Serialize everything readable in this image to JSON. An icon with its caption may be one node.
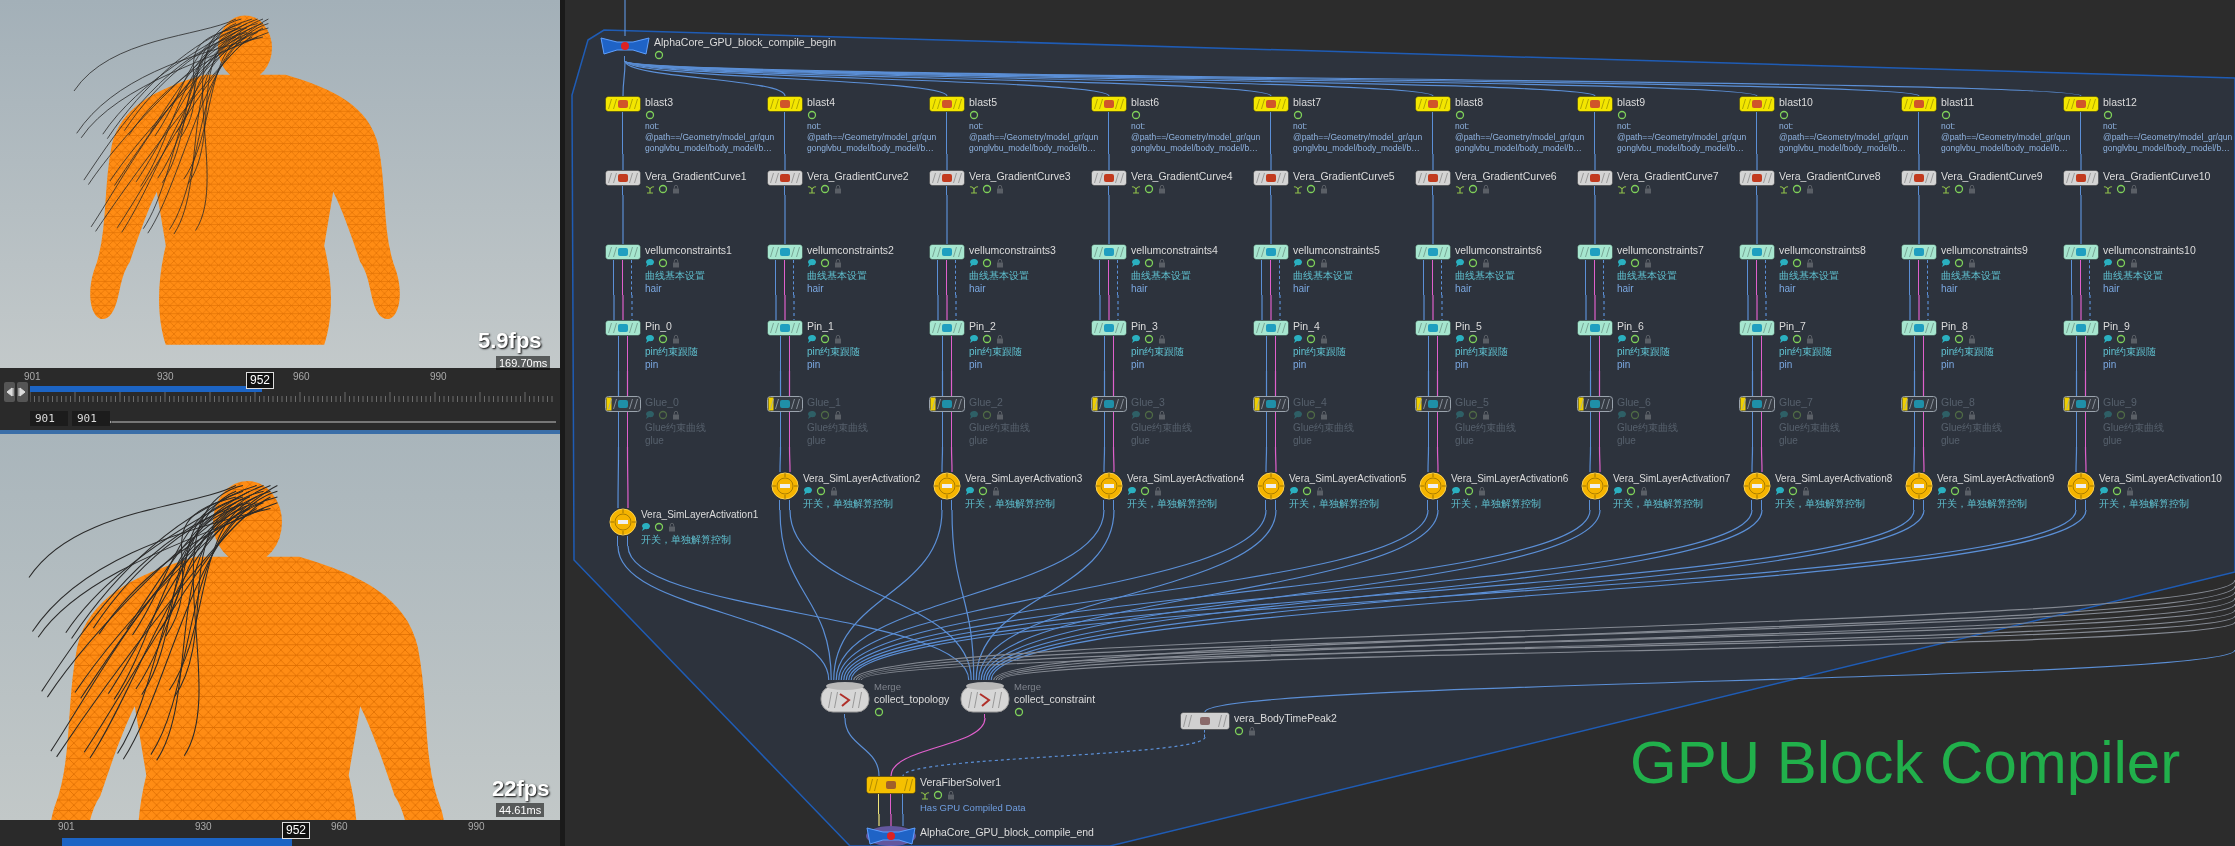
{
  "diagram": {
    "title": "GPU Block Compiler",
    "nodes": [
      {
        "text": [
          "AlphaCore_GPU_block_compile_begin"
        ]
      },
      {
        "text": [
          "blast3",
          "not: @path==/Geometry/model_gr/qun gonglvbu_model/body_model/b…"
        ]
      },
      {
        "text": [
          "blast4",
          "not: @path==/Geometry/model_gr/qun gonglvbu_model/body_model/b…"
        ]
      },
      {
        "text": [
          "blast5",
          "not: @path==/Geometry/model_gr/qun gonglvbu_model/body_model/b…"
        ]
      },
      {
        "text": [
          "blast6",
          "not: @path==/Geometry/model_gr/qun gonglvbu_model/body_model/b…"
        ]
      },
      {
        "text": [
          "blast7",
          "not: @path==/Geometry/model_gr/qun gonglvbu_model/body_model/b…"
        ]
      },
      {
        "text": [
          "blast8",
          "not: @path==/Geometry/model_gr/qun gonglvbu_model/body_model/b…"
        ]
      },
      {
        "text": [
          "blast9",
          "not: @path==/Geometry/model_gr/qun gonglvbu_model/body_model/b…"
        ]
      },
      {
        "text": [
          "blast10",
          "not: @path==/Geometry/model_gr/qun gonglvbu_model/body_model/b…"
        ]
      },
      {
        "text": [
          "blast11",
          "not: @path==/Geometry/model_gr/qun gonglvbu_model/body_model/b…"
        ]
      },
      {
        "text": [
          "blast12",
          "not: @path==/Geometry/model_gr/qun gonglvbu_model/body_model/b…"
        ]
      },
      {
        "text": [
          "Vera_GradientCurve1"
        ]
      },
      {
        "text": [
          "Vera_GradientCurve2"
        ]
      },
      {
        "text": [
          "Vera_GradientCurve3"
        ]
      },
      {
        "text": [
          "Vera_GradientCurve4"
        ]
      },
      {
        "text": [
          "Vera_GradientCurve5"
        ]
      },
      {
        "text": [
          "Vera_GradientCurve6"
        ]
      },
      {
        "text": [
          "Vera_GradientCurve7"
        ]
      },
      {
        "text": [
          "Vera_GradientCurve8"
        ]
      },
      {
        "text": [
          "Vera_GradientCurve9"
        ]
      },
      {
        "text": [
          "Vera_GradientCurve10"
        ]
      },
      {
        "text": [
          "vellumconstraints1",
          "曲线基本设置",
          "hair"
        ]
      },
      {
        "text": [
          "vellumconstraints2",
          "曲线基本设置",
          "hair"
        ]
      },
      {
        "text": [
          "vellumconstraints3",
          "曲线基本设置",
          "hair"
        ]
      },
      {
        "text": [
          "vellumconstraints4",
          "曲线基本设置",
          "hair"
        ]
      },
      {
        "text": [
          "vellumconstraints5",
          "曲线基本设置",
          "hair"
        ]
      },
      {
        "text": [
          "vellumconstraints6",
          "曲线基本设置",
          "hair"
        ]
      },
      {
        "text": [
          "vellumconstraints7",
          "曲线基本设置",
          "hair"
        ]
      },
      {
        "text": [
          "vellumconstraints8",
          "曲线基本设置",
          "hair"
        ]
      },
      {
        "text": [
          "vellumconstraints9",
          "曲线基本设置",
          "hair"
        ]
      },
      {
        "text": [
          "vellumconstraints10",
          "曲线基本设置",
          "hair"
        ]
      },
      {
        "text": [
          "Pin_0",
          "pin约束跟随",
          "pin"
        ]
      },
      {
        "text": [
          "Pin_1",
          "pin约束跟随",
          "pin"
        ]
      },
      {
        "text": [
          "Pin_2",
          "pin约束跟随",
          "pin"
        ]
      },
      {
        "text": [
          "Pin_3",
          "pin约束跟随",
          "pin"
        ]
      },
      {
        "text": [
          "Pin_4",
          "pin约束跟随",
          "pin"
        ]
      },
      {
        "text": [
          "Pin_5",
          "pin约束跟随",
          "pin"
        ]
      },
      {
        "text": [
          "Pin_6",
          "pin约束跟随",
          "pin"
        ]
      },
      {
        "text": [
          "Pin_7",
          "pin约束跟随",
          "pin"
        ]
      },
      {
        "text": [
          "Pin_8",
          "pin约束跟随",
          "pin"
        ]
      },
      {
        "text": [
          "Pin_9",
          "pin约束跟随",
          "pin"
        ]
      },
      {
        "text": [
          "Glue_0",
          "Glue约束曲线",
          "glue"
        ]
      },
      {
        "text": [
          "Glue_1",
          "Glue约束曲线",
          "glue"
        ]
      },
      {
        "text": [
          "Glue_2",
          "Glue约束曲线",
          "glue"
        ]
      },
      {
        "text": [
          "Glue_3",
          "Glue约束曲线",
          "glue"
        ]
      },
      {
        "text": [
          "Glue_4",
          "Glue约束曲线",
          "glue"
        ]
      },
      {
        "text": [
          "Glue_5",
          "Glue约束曲线",
          "glue"
        ]
      },
      {
        "text": [
          "Glue_6",
          "Glue约束曲线",
          "glue"
        ]
      },
      {
        "text": [
          "Glue_7",
          "Glue约束曲线",
          "glue"
        ]
      },
      {
        "text": [
          "Glue_8",
          "Glue约束曲线",
          "glue"
        ]
      },
      {
        "text": [
          "Glue_9",
          "Glue约束曲线",
          "glue"
        ]
      },
      {
        "text": [
          "Vera_SimLayerActivation1",
          "开关，单独解算控制"
        ]
      },
      {
        "text": [
          "Vera_SimLayerActivation2",
          "开关，单独解算控制"
        ]
      },
      {
        "text": [
          "Vera_SimLayerActivation3",
          "开关，单独解算控制"
        ]
      },
      {
        "text": [
          "Vera_SimLayerActivation4",
          "开关，单独解算控制"
        ]
      },
      {
        "text": [
          "Vera_SimLayerActivation5",
          "开关，单独解算控制"
        ]
      },
      {
        "text": [
          "Vera_SimLayerActivation6",
          "开关，单独解算控制"
        ]
      },
      {
        "text": [
          "Vera_SimLayerActivation7",
          "开关，单独解算控制"
        ]
      },
      {
        "text": [
          "Vera_SimLayerActivation8",
          "开关，单独解算控制"
        ]
      },
      {
        "text": [
          "Vera_SimLayerActivation9",
          "开关，单独解算控制"
        ]
      },
      {
        "text": [
          "Vera_SimLayerActivation10",
          "开关，单独解算控制"
        ]
      },
      {
        "text": [
          "Merge",
          "collect_topology"
        ]
      },
      {
        "text": [
          "Merge",
          "collect_constraint"
        ]
      },
      {
        "text": [
          "vera_BodyTimePeak2"
        ]
      },
      {
        "text": [
          "VeraFiberSolver1",
          "Has GPU Compiled Data"
        ]
      },
      {
        "text": [
          "AlphaCore_GPU_block_compile_end"
        ]
      }
    ],
    "edges": [
      {
        "from": null,
        "to": 0,
        "arrow": "none"
      },
      {
        "from": 0,
        "to": 1,
        "arrow": "none"
      },
      {
        "from": 0,
        "to": 2,
        "arrow": "none"
      },
      {
        "from": 0,
        "to": 3,
        "arrow": "none"
      },
      {
        "from": 0,
        "to": 4,
        "arrow": "none"
      },
      {
        "from": 0,
        "to": 5,
        "arrow": "none"
      },
      {
        "from": 0,
        "to": 6,
        "arrow": "none"
      },
      {
        "from": 0,
        "to": 7,
        "arrow": "none"
      },
      {
        "from": 0,
        "to": 8,
        "arrow": "none"
      },
      {
        "from": 0,
        "to": 9,
        "arrow": "none"
      },
      {
        "from": 0,
        "to": 10,
        "arrow": "none"
      },
      {
        "from": 1,
        "to": 11,
        "arrow": "none"
      },
      {
        "from": 2,
        "to": 12,
        "arrow": "none"
      },
      {
        "from": 3,
        "to": 13,
        "arrow": "none"
      },
      {
        "from": 4,
        "to": 14,
        "arrow": "none"
      },
      {
        "from": 5,
        "to": 15,
        "arrow": "none"
      },
      {
        "from": 6,
        "to": 16,
        "arrow": "none"
      },
      {
        "from": 7,
        "to": 17,
        "arrow": "none"
      },
      {
        "from": 8,
        "to": 18,
        "arrow": "none"
      },
      {
        "from": 9,
        "to": 19,
        "arrow": "none"
      },
      {
        "from": 10,
        "to": 20,
        "arrow": "none"
      },
      {
        "from": 11,
        "to": 21,
        "arrow": "none"
      },
      {
        "from": 12,
        "to": 22,
        "arrow": "none"
      },
      {
        "from": 13,
        "to": 23,
        "arrow": "none"
      },
      {
        "from": 14,
        "to": 24,
        "arrow": "none"
      },
      {
        "from": 15,
        "to": 25,
        "arrow": "none"
      },
      {
        "from": 16,
        "to": 26,
        "arrow": "none"
      },
      {
        "from": 17,
        "to": 27,
        "arrow": "none"
      },
      {
        "from": 18,
        "to": 28,
        "arrow": "none"
      },
      {
        "from": 19,
        "to": 29,
        "arrow": "none"
      },
      {
        "from": 20,
        "to": 30,
        "arrow": "none"
      },
      {
        "from": 21,
        "to": 31,
        "arrow": "none"
      },
      {
        "from": 21,
        "to": 31,
        "arrow": "none",
        "color": "#e060cc"
      },
      {
        "from": 21,
        "to": 31,
        "arrow": "none",
        "style": "dashed"
      },
      {
        "from": 22,
        "to": 32,
        "arrow": "none"
      },
      {
        "from": 22,
        "to": 32,
        "arrow": "none",
        "color": "#e060cc"
      },
      {
        "from": 22,
        "to": 32,
        "arrow": "none",
        "style": "dashed"
      },
      {
        "from": 23,
        "to": 33,
        "arrow": "none"
      },
      {
        "from": 23,
        "to": 33,
        "arrow": "none",
        "color": "#e060cc"
      },
      {
        "from": 23,
        "to": 33,
        "arrow": "none",
        "style": "dashed"
      },
      {
        "from": 24,
        "to": 34,
        "arrow": "none"
      },
      {
        "from": 24,
        "to": 34,
        "arrow": "none",
        "color": "#e060cc"
      },
      {
        "from": 24,
        "to": 34,
        "arrow": "none",
        "style": "dashed"
      },
      {
        "from": 25,
        "to": 35,
        "arrow": "none"
      },
      {
        "from": 25,
        "to": 35,
        "arrow": "none",
        "color": "#e060cc"
      },
      {
        "from": 25,
        "to": 35,
        "arrow": "none",
        "style": "dashed"
      },
      {
        "from": 26,
        "to": 36,
        "arrow": "none"
      },
      {
        "from": 26,
        "to": 36,
        "arrow": "none",
        "color": "#e060cc"
      },
      {
        "from": 26,
        "to": 36,
        "arrow": "none",
        "style": "dashed"
      },
      {
        "from": 27,
        "to": 37,
        "arrow": "none"
      },
      {
        "from": 27,
        "to": 37,
        "arrow": "none",
        "color": "#e060cc"
      },
      {
        "from": 27,
        "to": 37,
        "arrow": "none",
        "style": "dashed"
      },
      {
        "from": 28,
        "to": 38,
        "arrow": "none"
      },
      {
        "from": 28,
        "to": 38,
        "arrow": "none",
        "color": "#e060cc"
      },
      {
        "from": 28,
        "to": 38,
        "arrow": "none",
        "style": "dashed"
      },
      {
        "from": 29,
        "to": 39,
        "arrow": "none"
      },
      {
        "from": 29,
        "to": 39,
        "arrow": "none",
        "color": "#e060cc"
      },
      {
        "from": 29,
        "to": 39,
        "arrow": "none",
        "style": "dashed"
      },
      {
        "from": 30,
        "to": 40,
        "arrow": "none"
      },
      {
        "from": 30,
        "to": 40,
        "arrow": "none",
        "color": "#e060cc"
      },
      {
        "from": 30,
        "to": 40,
        "arrow": "none",
        "style": "dashed"
      },
      {
        "from": 31,
        "to": 41,
        "arrow": "none"
      },
      {
        "from": 31,
        "to": 41,
        "arrow": "none",
        "color": "#e060cc"
      },
      {
        "from": 32,
        "to": 42,
        "arrow": "none"
      },
      {
        "from": 32,
        "to": 42,
        "arrow": "none",
        "color": "#e060cc"
      },
      {
        "from": 33,
        "to": 43,
        "arrow": "none"
      },
      {
        "from": 33,
        "to": 43,
        "arrow": "none",
        "color": "#e060cc"
      },
      {
        "from": 34,
        "to": 44,
        "arrow": "none"
      },
      {
        "from": 34,
        "to": 44,
        "arrow": "none",
        "color": "#e060cc"
      },
      {
        "from": 35,
        "to": 45,
        "arrow": "none"
      },
      {
        "from": 35,
        "to": 45,
        "arrow": "none",
        "color": "#e060cc"
      },
      {
        "from": 36,
        "to": 46,
        "arrow": "none"
      },
      {
        "from": 36,
        "to": 46,
        "arrow": "none",
        "color": "#e060cc"
      },
      {
        "from": 37,
        "to": 47,
        "arrow": "none"
      },
      {
        "from": 37,
        "to": 47,
        "arrow": "none",
        "color": "#e060cc"
      },
      {
        "from": 38,
        "to": 48,
        "arrow": "none"
      },
      {
        "from": 38,
        "to": 48,
        "arrow": "none",
        "color": "#e060cc"
      },
      {
        "from": 39,
        "to": 49,
        "arrow": "none"
      },
      {
        "from": 39,
        "to": 49,
        "arrow": "none",
        "color": "#e060cc"
      },
      {
        "from": 40,
        "to": 50,
        "arrow": "none"
      },
      {
        "from": 40,
        "to": 50,
        "arrow": "none",
        "color": "#e060cc"
      },
      {
        "from": 41,
        "to": 51,
        "arrow": "none"
      },
      {
        "from": 41,
        "to": 51,
        "arrow": "none",
        "color": "#e060cc"
      },
      {
        "from": 42,
        "to": 52,
        "arrow": "none"
      },
      {
        "from": 42,
        "to": 52,
        "arrow": "none",
        "color": "#e060cc"
      },
      {
        "from": 43,
        "to": 53,
        "arrow": "none"
      },
      {
        "from": 43,
        "to": 53,
        "arrow": "none",
        "color": "#e060cc"
      },
      {
        "from": 44,
        "to": 54,
        "arrow": "none"
      },
      {
        "from": 44,
        "to": 54,
        "arrow": "none",
        "color": "#e060cc"
      },
      {
        "from": 45,
        "to": 55,
        "arrow": "none"
      },
      {
        "from": 45,
        "to": 55,
        "arrow": "none",
        "color": "#e060cc"
      },
      {
        "from": 46,
        "to": 56,
        "arrow": "none"
      },
      {
        "from": 46,
        "to": 56,
        "arrow": "none",
        "color": "#e060cc"
      },
      {
        "from": 47,
        "to": 57,
        "arrow": "none"
      },
      {
        "from": 47,
        "to": 57,
        "arrow": "none",
        "color": "#e060cc"
      },
      {
        "from": 48,
        "to": 58,
        "arrow": "none"
      },
      {
        "from": 48,
        "to": 58,
        "arrow": "none",
        "color": "#e060cc"
      },
      {
        "from": 49,
        "to": 59,
        "arrow": "none"
      },
      {
        "from": 49,
        "to": 59,
        "arrow": "none",
        "color": "#e060cc"
      },
      {
        "from": 50,
        "to": 60,
        "arrow": "none"
      },
      {
        "from": 50,
        "to": 60,
        "arrow": "none",
        "color": "#e060cc"
      },
      {
        "from": 51,
        "to": 61,
        "arrow": "none"
      },
      {
        "from": 51,
        "to": 62,
        "arrow": "none"
      },
      {
        "from": 52,
        "to": 61,
        "arrow": "none"
      },
      {
        "from": 52,
        "to": 62,
        "arrow": "none"
      },
      {
        "from": 53,
        "to": 61,
        "arrow": "none"
      },
      {
        "from": 53,
        "to": 62,
        "arrow": "none"
      },
      {
        "from": 54,
        "to": 61,
        "arrow": "none"
      },
      {
        "from": 54,
        "to": 62,
        "arrow": "none"
      },
      {
        "from": 55,
        "to": 61,
        "arrow": "none"
      },
      {
        "from": 55,
        "to": 62,
        "arrow": "none"
      },
      {
        "from": 56,
        "to": 61,
        "arrow": "none"
      },
      {
        "from": 56,
        "to": 62,
        "arrow": "none"
      },
      {
        "from": 57,
        "to": 61,
        "arrow": "none"
      },
      {
        "from": 57,
        "to": 62,
        "arrow": "none"
      },
      {
        "from": 58,
        "to": 61,
        "arrow": "none"
      },
      {
        "from": 58,
        "to": 62,
        "arrow": "none"
      },
      {
        "from": 59,
        "to": 61,
        "arrow": "none"
      },
      {
        "from": 59,
        "to": 62,
        "arrow": "none"
      },
      {
        "from": 60,
        "to": 61,
        "arrow": "none"
      },
      {
        "from": 60,
        "to": 62,
        "arrow": "none"
      },
      {
        "from": null,
        "to": 61,
        "arrow": "none",
        "color": "#858a93"
      },
      {
        "from": null,
        "to": 61,
        "arrow": "none",
        "color": "#858a93"
      },
      {
        "from": null,
        "to": 61,
        "arrow": "none",
        "color": "#858a93"
      },
      {
        "from": null,
        "to": 61,
        "arrow": "none",
        "color": "#858a93"
      },
      {
        "from": null,
        "to": 62,
        "arrow": "none",
        "color": "#858a93"
      },
      {
        "from": null,
        "to": 62,
        "arrow": "none",
        "color": "#858a93"
      },
      {
        "from": null,
        "to": 62,
        "arrow": "none",
        "color": "#858a93"
      },
      {
        "from": null,
        "to": 62,
        "arrow": "none",
        "color": "#858a93"
      },
      {
        "from": null,
        "to": 63,
        "arrow": "none"
      },
      {
        "from": 61,
        "to": 64,
        "arrow": "none"
      },
      {
        "from": 62,
        "to": 64,
        "arrow": "none",
        "color": "#e060cc"
      },
      {
        "from": 63,
        "to": 64,
        "arrow": "none",
        "style": "dashed"
      },
      {
        "from": 64,
        "to": 65,
        "arrow": "none",
        "color": "#efe57a"
      },
      {
        "from": 64,
        "to": 65,
        "arrow": "none",
        "color": "#e060cc"
      },
      {
        "from": 64,
        "to": 65,
        "arrow": "none"
      }
    ],
    "labels": [
      "5.9fps",
      "169.70ms",
      "901",
      "930",
      "952",
      "960",
      "990",
      "901",
      "901",
      "22fps",
      "44.61ms",
      "901",
      "930",
      "952",
      "960",
      "990"
    ]
  }
}
